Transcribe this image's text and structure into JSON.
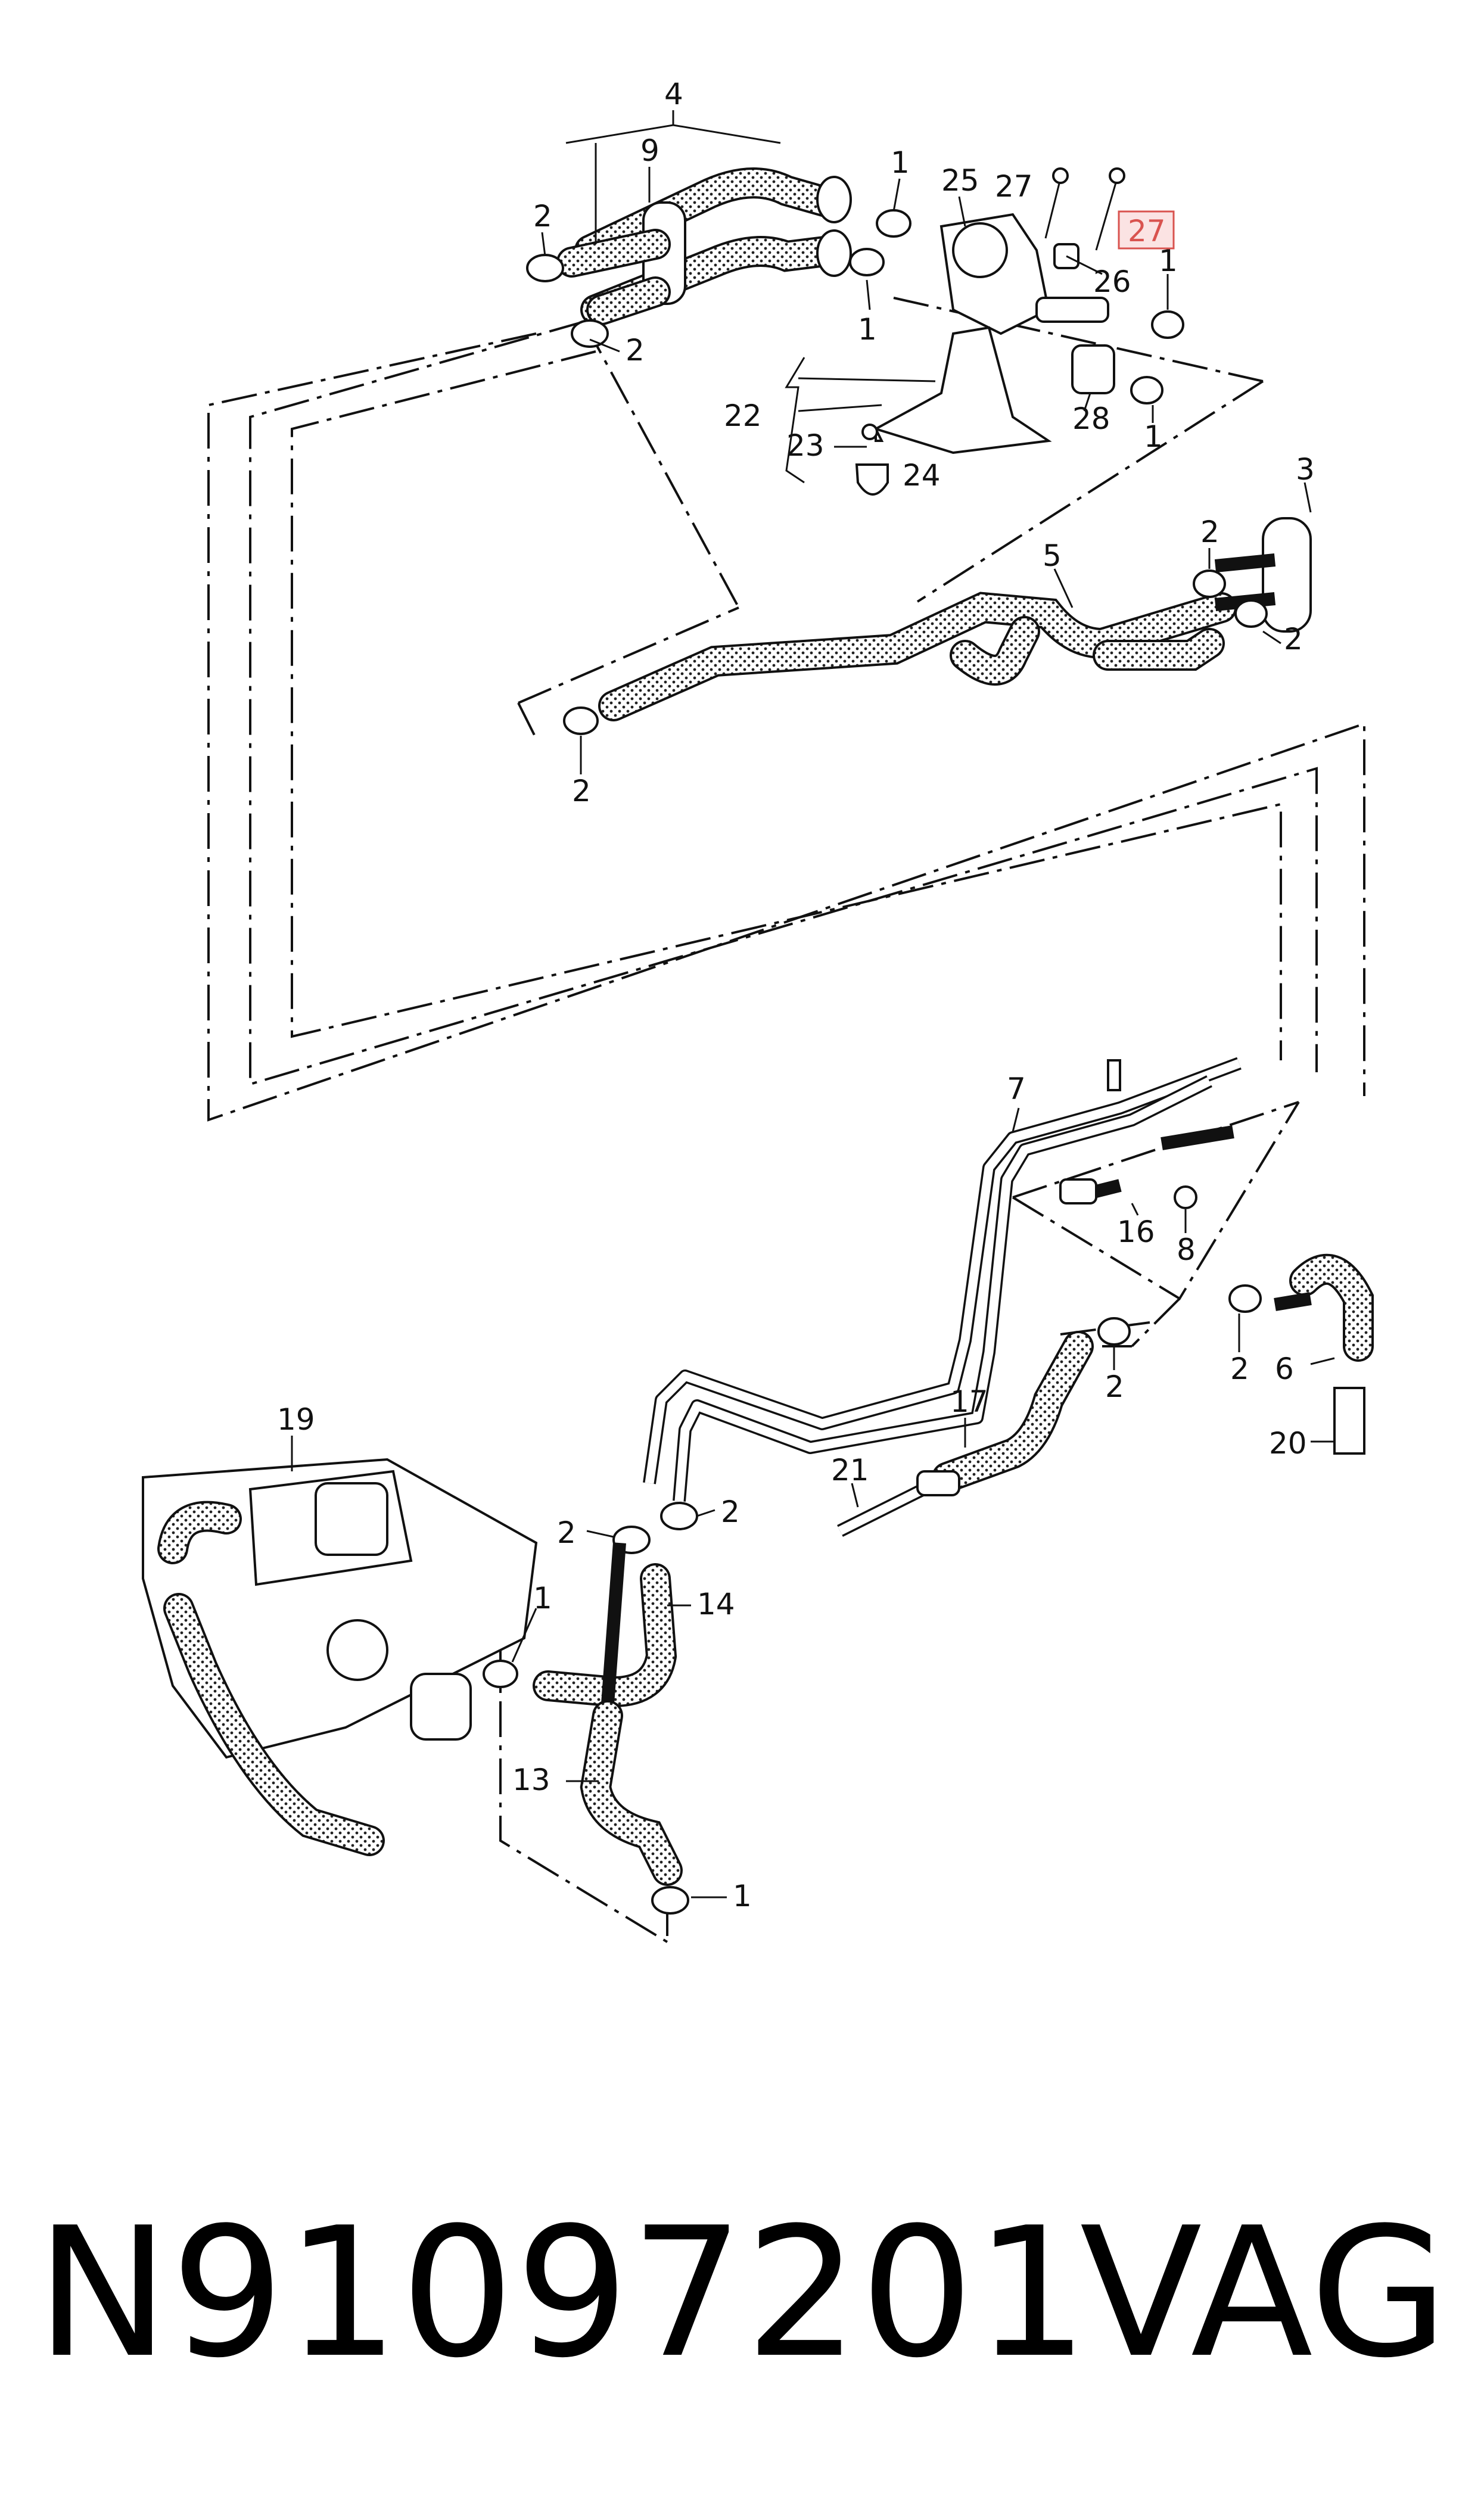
{
  "callouts": {
    "c4": "4",
    "c9": "9",
    "c2a": "2",
    "c2b": "2",
    "c1a": "1",
    "c25": "25",
    "c27a": "27",
    "c27b": "27",
    "c1b": "1",
    "c26": "26",
    "c1c": "1",
    "c1d": "1",
    "c22": "22",
    "c23": "23",
    "c24": "24",
    "c28": "28",
    "c3": "3",
    "c5": "5",
    "c2c": "2",
    "c2d": "2",
    "c2e": "2",
    "c7": "7",
    "c16": "16",
    "c8": "8",
    "c2f": "2",
    "c6": "6",
    "c20": "20",
    "c17": "17",
    "c2g": "2",
    "c21": "21",
    "c19": "19",
    "c2h": "2",
    "c2i": "2",
    "c14": "14",
    "c1e": "1",
    "c13": "13",
    "c1f": "1"
  },
  "highlight": {
    "part": "27",
    "color": "#d9534f",
    "fill": "#fbe3e3"
  },
  "footer": {
    "part_number": "N91097201",
    "brand": "VAG"
  }
}
